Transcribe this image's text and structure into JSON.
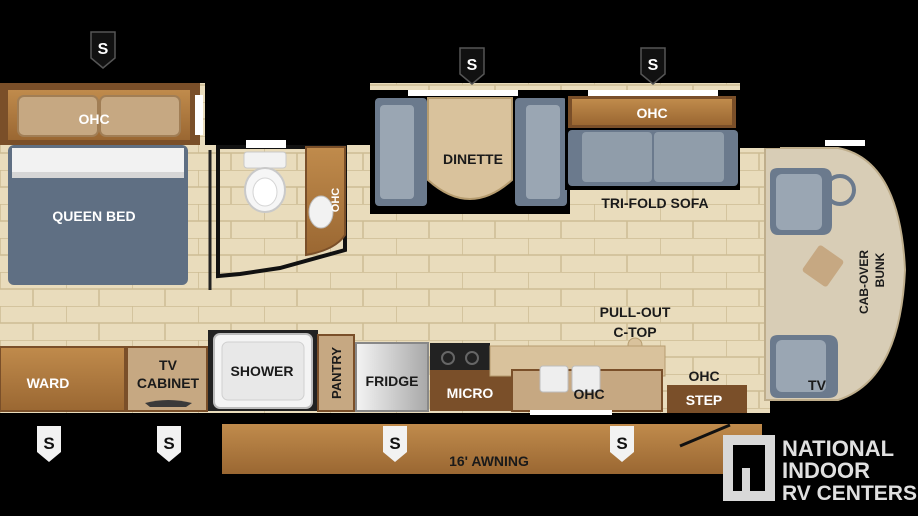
{
  "floorplan": {
    "labels": {
      "ohc_bedroom": "OHC",
      "queen_bed": "QUEEN BED",
      "ohc_bath": "OHC",
      "dinette": "DINETTE",
      "ohc_sofa": "OHC",
      "tri_fold_sofa": "TRI-FOLD SOFA",
      "cab_over_bunk_1": "CAB-OVER",
      "cab_over_bunk_2": "BUNK",
      "pull_out_1": "PULL-OUT",
      "pull_out_2": "C-TOP",
      "ward": "WARD",
      "tv_cabinet_1": "TV",
      "tv_cabinet_2": "CABINET",
      "shower": "SHOWER",
      "pantry": "PANTRY",
      "fridge": "FRIDGE",
      "micro": "MICRO",
      "ohc_kitchen": "OHC",
      "ohc_step": "OHC",
      "step": "STEP",
      "tv": "TV",
      "awning": "16' AWNING"
    },
    "speaker_marker": "S"
  },
  "logo": {
    "line1": "NATIONAL",
    "line2": "INDOOR",
    "line3": "RV CENTERS"
  },
  "colors": {
    "floor": "#e9dcbc",
    "wood": "#b07a3e",
    "wood_dark": "#6b4423",
    "slate": "#5e6e82",
    "gray_seat": "#8895a4",
    "background": "#000000"
  }
}
